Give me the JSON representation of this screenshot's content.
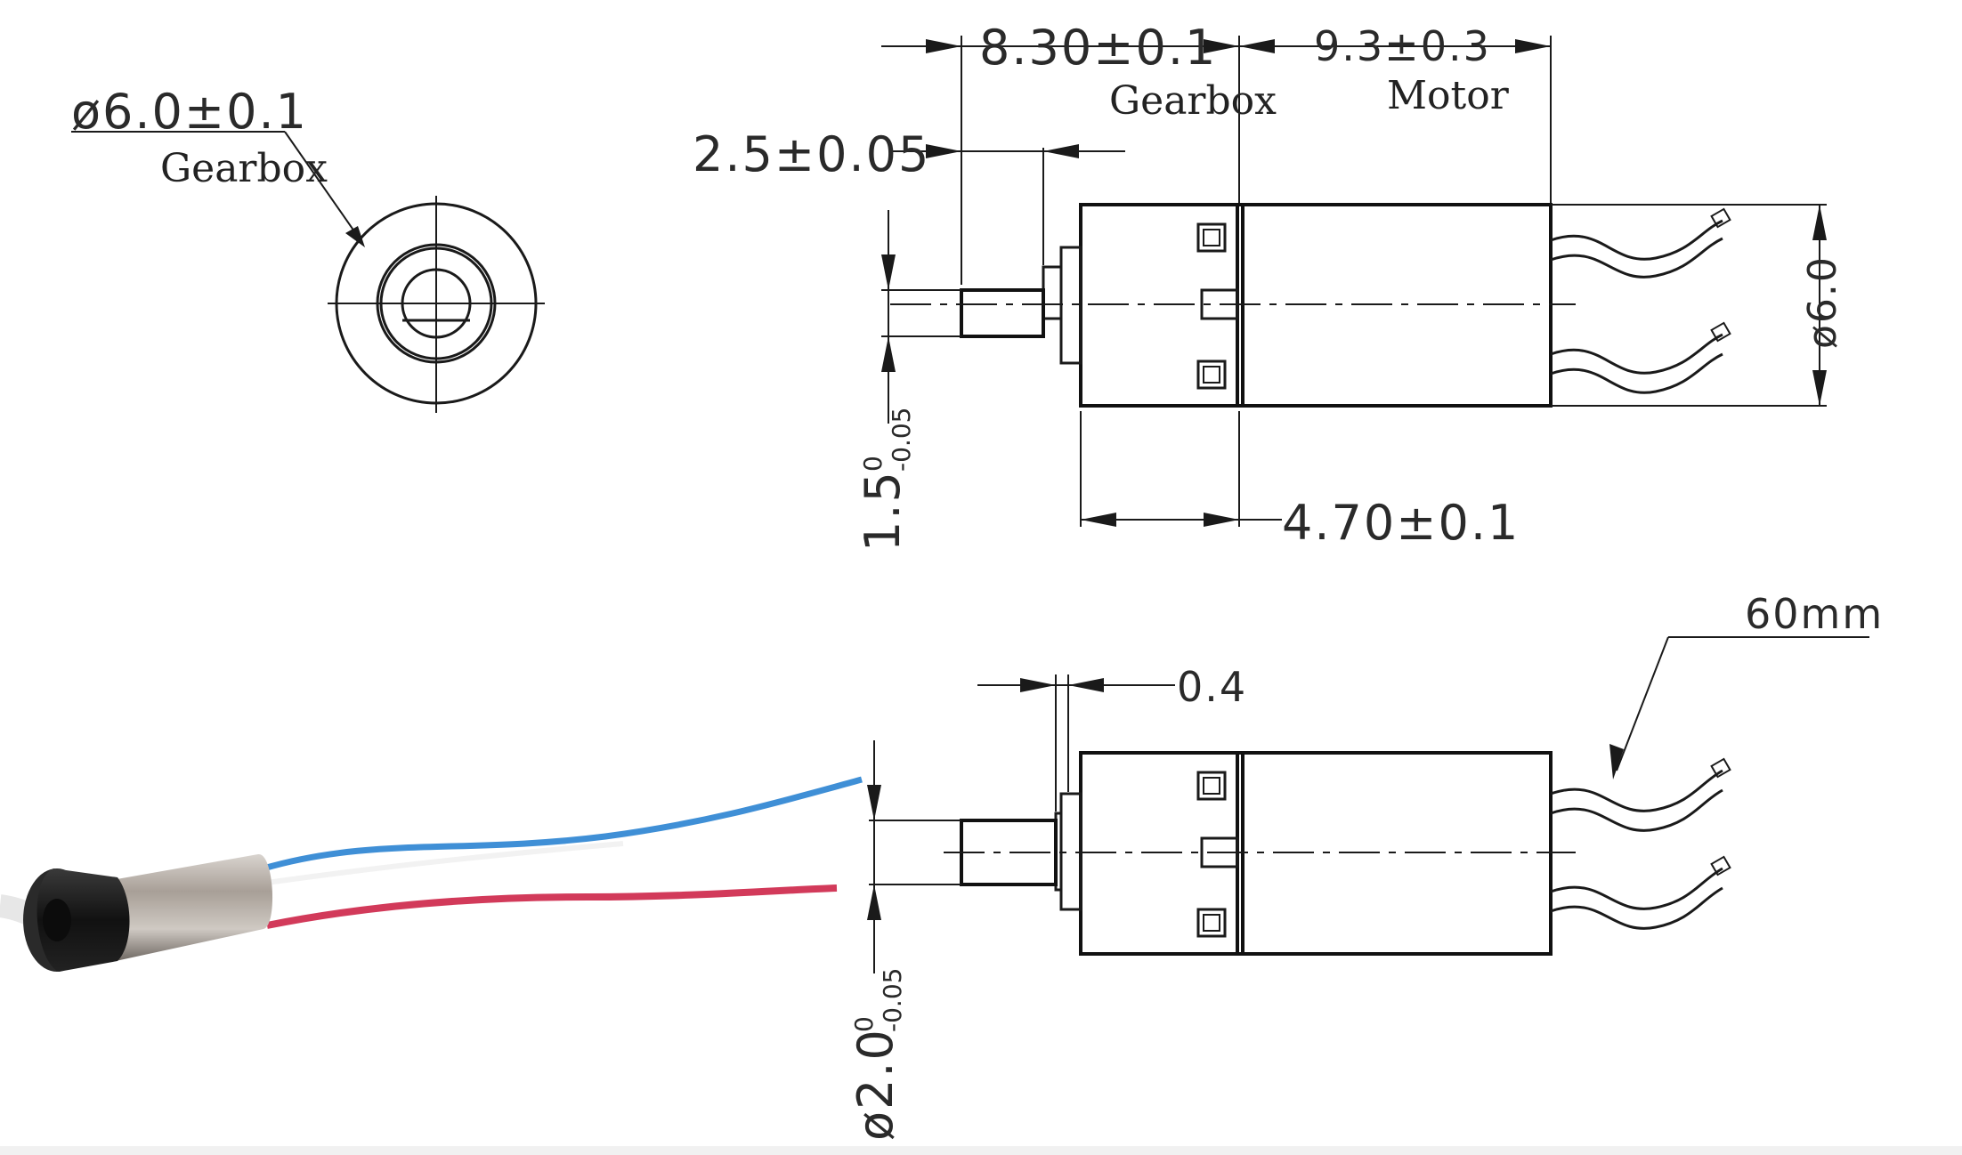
{
  "end_view": {
    "diameter": "ø6.0±0.1",
    "label": "Gearbox"
  },
  "side_view": {
    "gearbox_length": "8.30±0.1",
    "gearbox_label": "Gearbox",
    "motor_length": "9.3±0.3",
    "motor_label": "Motor",
    "shaft_length": "2.5±0.05",
    "shaft_flat": "1.5",
    "shaft_flat_tol_upper": "0",
    "shaft_flat_tol_lower": "-0.05",
    "body_diameter": "ø6.0",
    "gearbox_body_length": "4.70±0.1"
  },
  "bottom_view": {
    "flange": "0.4",
    "wire_length": "60mm",
    "shaft_diameter": "ø2.0",
    "shaft_tol_upper": "0",
    "shaft_tol_lower": "-0.05"
  },
  "colors": {
    "wire_blue": "#3f8fd6",
    "wire_red": "#d23a5a",
    "motor_can": "#b9b3ad",
    "gear_cap": "#1b1b1b"
  }
}
